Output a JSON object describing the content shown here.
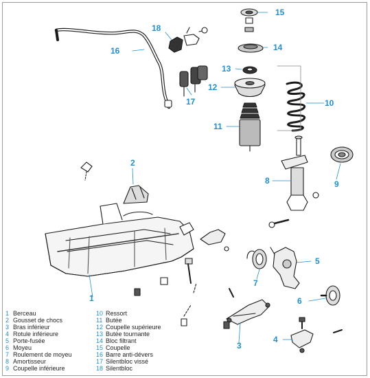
{
  "accent_color": "#1f8fd0",
  "callouts": {
    "c1": "1",
    "c2": "2",
    "c3": "3",
    "c4": "4",
    "c5": "5",
    "c6": "6",
    "c7": "7",
    "c8": "8",
    "c9": "9",
    "c10": "10",
    "c11": "11",
    "c12": "12",
    "c13": "13",
    "c14": "14",
    "c15": "15",
    "c16": "16",
    "c17": "17",
    "c18": "18"
  },
  "legend_left": [
    {
      "num": "1",
      "label": "Berceau"
    },
    {
      "num": "2",
      "label": "Gousset de chocs"
    },
    {
      "num": "3",
      "label": "Bras inférieur"
    },
    {
      "num": "4",
      "label": "Rotule inférieure"
    },
    {
      "num": "5",
      "label": "Porte-fusée"
    },
    {
      "num": "6",
      "label": "Moyeu"
    },
    {
      "num": "7",
      "label": "Roulement de moyeu"
    },
    {
      "num": "8",
      "label": "Amortisseur"
    },
    {
      "num": "9",
      "label": "Coupelle inférieure"
    }
  ],
  "legend_right": [
    {
      "num": "10",
      "label": "Ressort"
    },
    {
      "num": "11",
      "label": "Butée"
    },
    {
      "num": "12",
      "label": "Coupelle supérieure"
    },
    {
      "num": "13",
      "label": "Butée tournante"
    },
    {
      "num": "14",
      "label": "Bloc filtrant"
    },
    {
      "num": "15",
      "label": "Coupelle"
    },
    {
      "num": "16",
      "label": "Barre anti-dévers"
    },
    {
      "num": "17",
      "label": "Silentbloc vissé"
    },
    {
      "num": "18",
      "label": "Silentbloc"
    }
  ]
}
